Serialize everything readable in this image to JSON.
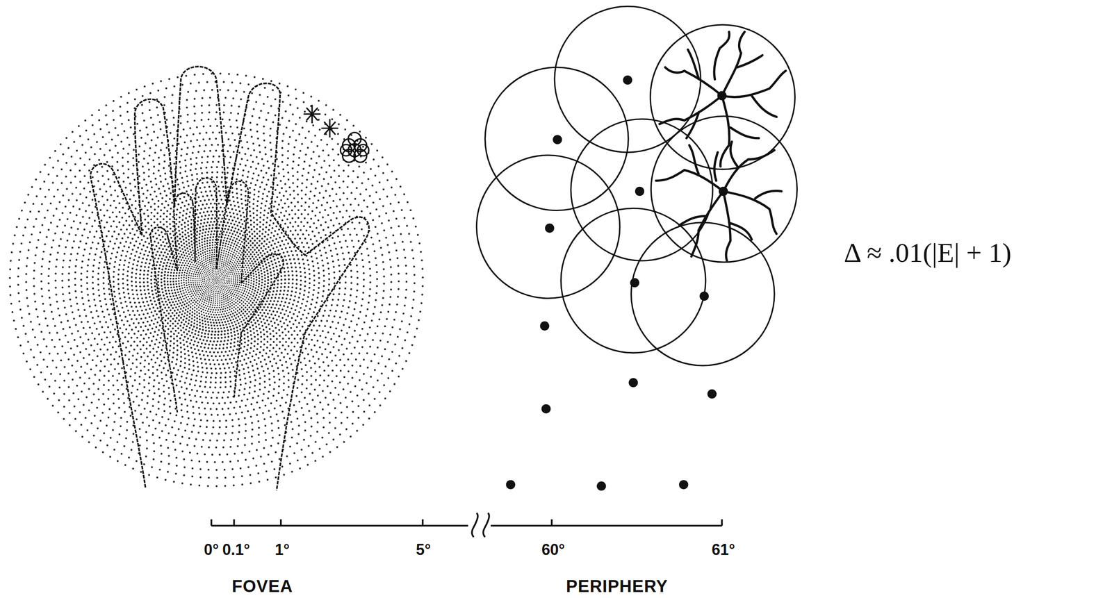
{
  "diagram": {
    "labels": [
      "0°",
      "0.1°",
      "1°",
      "5°",
      "60°",
      "61°",
      "FOVEA",
      "PERIPHERY",
      "Δ ≈ .01(|E| + 1)"
    ]
  }
}
